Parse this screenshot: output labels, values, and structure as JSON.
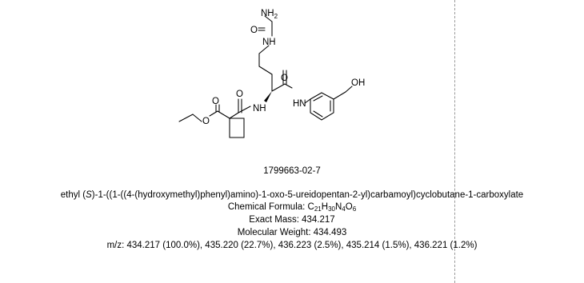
{
  "structure": {
    "atom_labels": {
      "nh2": "NH",
      "nh2_subscript": "2",
      "urea_o": "O",
      "urea_nh": "NH",
      "amide_o": "O",
      "amide_nh_left": "NH",
      "amide_nh_right": "HN",
      "ester_carbonyl_o": "O",
      "ester_o": "O",
      "amide2_o": "O",
      "oh": "OH"
    }
  },
  "compound": {
    "cas": "1799663-02-7",
    "iupac_prefix": "ethyl (",
    "iupac_stereo": "S",
    "iupac_rest": ")-1-((1-((4-(hydroxymethyl)phenyl)amino)-1-oxo-5-ureidopentan-2-yl)carbamoyl)cyclobutane-1-carboxylate",
    "formula_label": "Chemical Formula: ",
    "formula_parts": [
      "C",
      "21",
      "H",
      "30",
      "N",
      "4",
      "O",
      "6"
    ],
    "exact_mass": "Exact Mass: 434.217",
    "molecular_weight": "Molecular Weight: 434.493",
    "mz": "m/z: 434.217 (100.0%), 435.220 (22.7%), 436.223 (2.5%), 435.214 (1.5%), 436.221 (1.2%)"
  }
}
